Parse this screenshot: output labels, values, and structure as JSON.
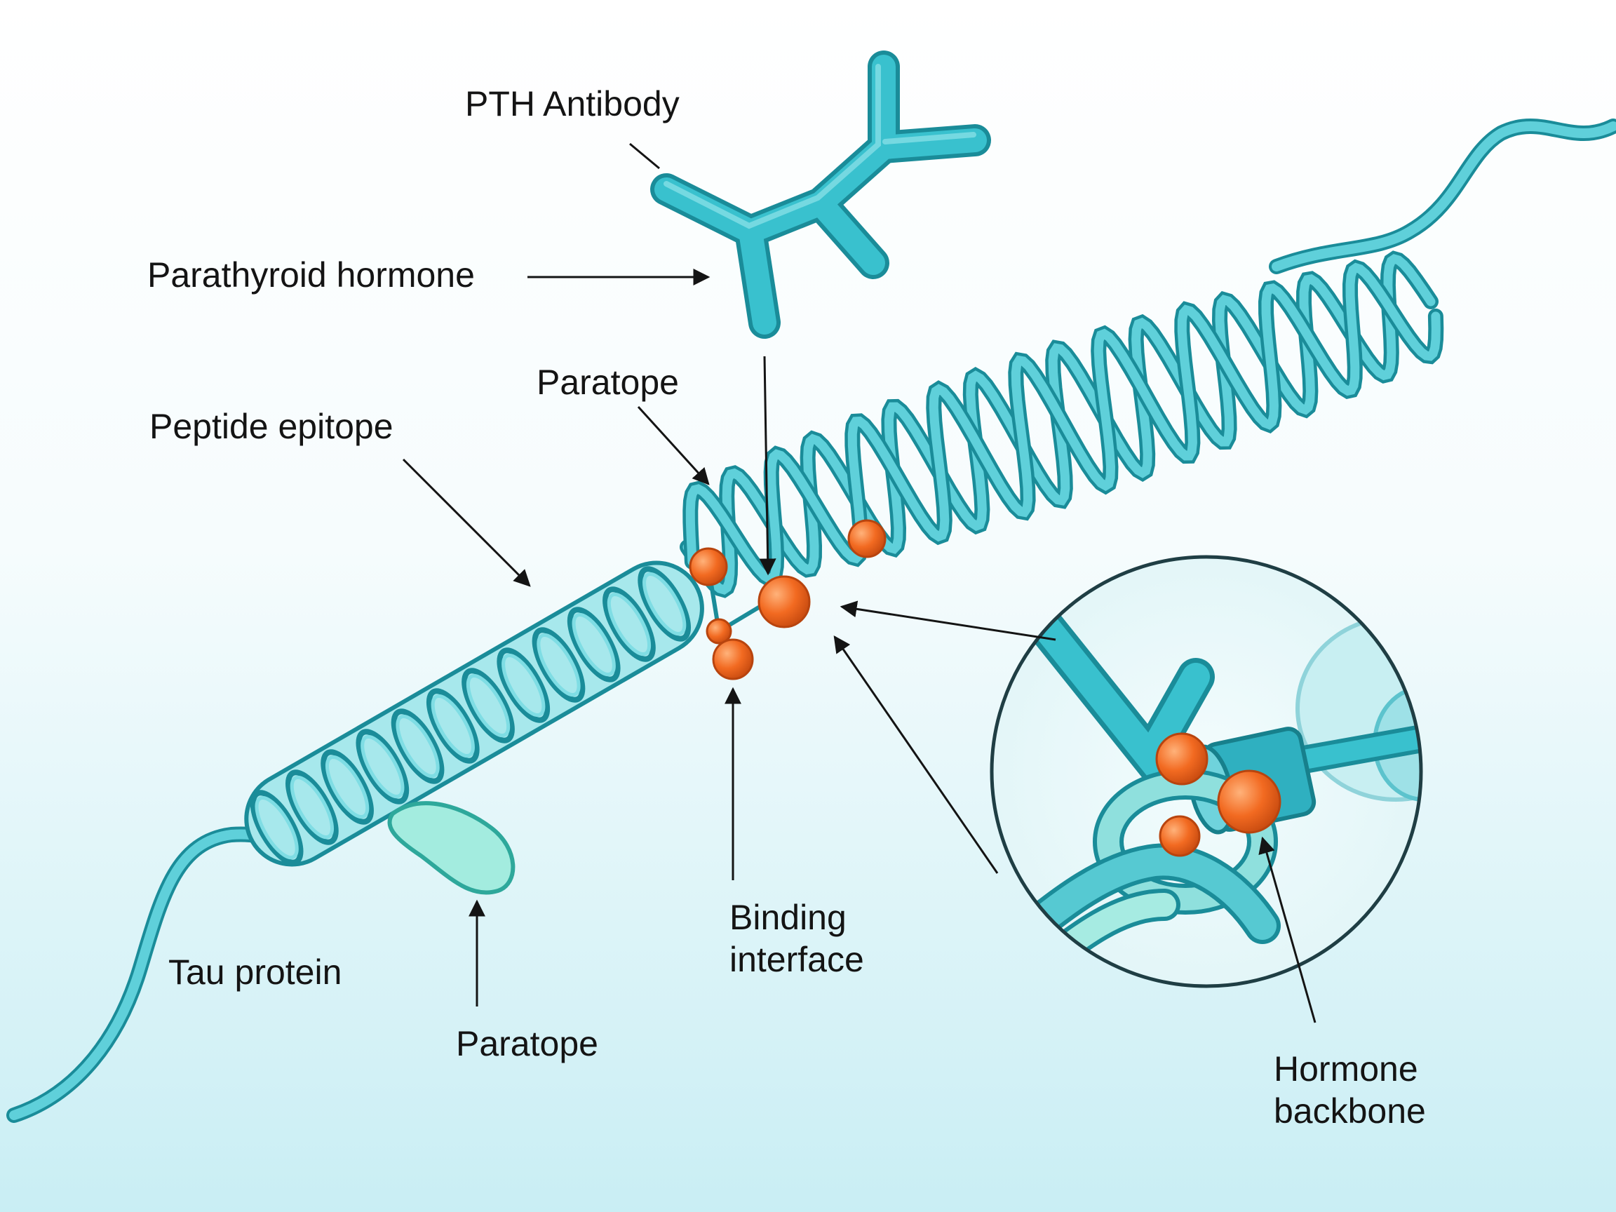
{
  "labels": {
    "pth_antibody": "PTH Antibody",
    "parathyroid_hormone": "Parathyroid hormone",
    "paratope_top": "Paratope",
    "peptide_epitope": "Peptide epitope",
    "tau_protein": "Tau protein",
    "paratope_bottom": "Paratope",
    "binding_interface": "Binding\ninterface",
    "hormone_backbone": "Hormone\nbackbone"
  },
  "colors": {
    "background_top": "#ffffff",
    "background_bottom": "#c9eef4",
    "protein_teal": "#2fb8c6",
    "protein_light": "#7fdde4",
    "protein_outline": "#1a8c99",
    "binding_site_orange": "#f26a21",
    "label_text": "#141414"
  },
  "icons": {
    "antibody": "y-shaped-antibody",
    "binding_sites": "orange-sphere",
    "inset": "magnified-inset-circle"
  }
}
